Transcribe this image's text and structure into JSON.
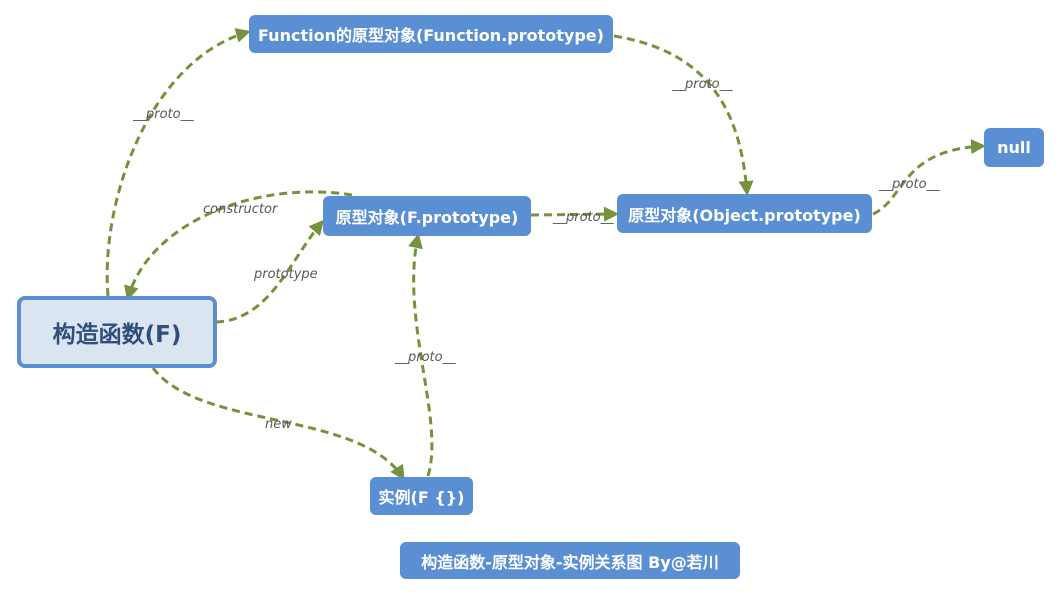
{
  "diagram": {
    "nodes": {
      "function_prototype": "Function的原型对象(Function.prototype)",
      "f_prototype": "原型对象(F.prototype)",
      "object_prototype": "原型对象(Object.prototype)",
      "null_node": "null",
      "constructor_f": "构造函数(F)",
      "instance": "实例(F {})"
    },
    "edges": {
      "f_to_function_proto": "__proto__",
      "function_proto_to_object_proto": "__proto__",
      "object_proto_to_null": "__proto__",
      "f_proto_to_object_proto": "__proto__",
      "f_proto_constructor": "constructor",
      "f_prototype_link": "prototype",
      "instance_proto": "__proto__",
      "new_link": "new"
    },
    "caption": "构造函数-原型对象-实例关系图 By@若川",
    "colors": {
      "node_fill": "#5b8fd4",
      "main_node_fill": "#dbe5f1",
      "edge": "#76923c"
    }
  }
}
